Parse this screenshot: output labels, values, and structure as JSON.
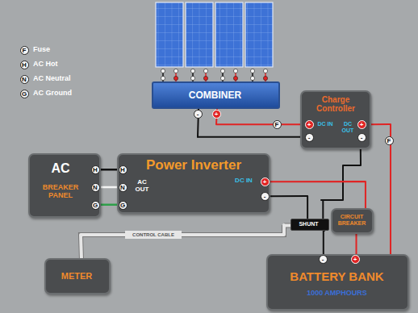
{
  "diagram": {
    "nodes": [
      {
        "text": [
          "COMBINER"
        ]
      },
      {
        "text": [
          "Charge Controller",
          "DC IN",
          "DC OUT"
        ]
      },
      {
        "text": [
          "AC",
          "BREAKER PANEL"
        ]
      },
      {
        "text": [
          "Power Inverter",
          "AC OUT",
          "DC IN"
        ]
      },
      {
        "text": [
          "SHUNT"
        ]
      },
      {
        "text": [
          "CIRCUIT BREAKER"
        ]
      },
      {
        "text": [
          "METER"
        ]
      },
      {
        "text": [
          "BATTERY BANK",
          "1000 AMPHOURS"
        ]
      }
    ],
    "edges": [
      {
        "from": 0,
        "to": 1,
        "arrow": "none"
      },
      {
        "from": 0,
        "to": 1,
        "arrow": "none"
      },
      {
        "from": 1,
        "to": 7,
        "arrow": "none"
      },
      {
        "from": 1,
        "to": 4,
        "arrow": "none"
      },
      {
        "from": 2,
        "to": 3,
        "arrow": "none"
      },
      {
        "from": 2,
        "to": 3,
        "arrow": "none"
      },
      {
        "from": 2,
        "to": 3,
        "arrow": "none"
      },
      {
        "from": 3,
        "to": 5,
        "arrow": "none"
      },
      {
        "from": 3,
        "to": 4,
        "arrow": "none"
      },
      {
        "from": 5,
        "to": 7,
        "arrow": "none"
      },
      {
        "from": 4,
        "to": 7,
        "arrow": "none"
      },
      {
        "from": 6,
        "to": 4,
        "arrow": "none"
      }
    ],
    "labels": [
      "F",
      "H",
      "N",
      "G",
      "-",
      "+",
      "+",
      "-",
      "+",
      "-",
      "F",
      "F",
      "H",
      "N",
      "G",
      "H",
      "N",
      "G",
      "+",
      "-",
      "CONTROL CABLE",
      "-",
      "+"
    ],
    "legend": [
      {
        "text": "Fuse"
      },
      {
        "text": "AC Hot"
      },
      {
        "text": "AC Neutral"
      },
      {
        "text": "AC Ground"
      }
    ]
  }
}
